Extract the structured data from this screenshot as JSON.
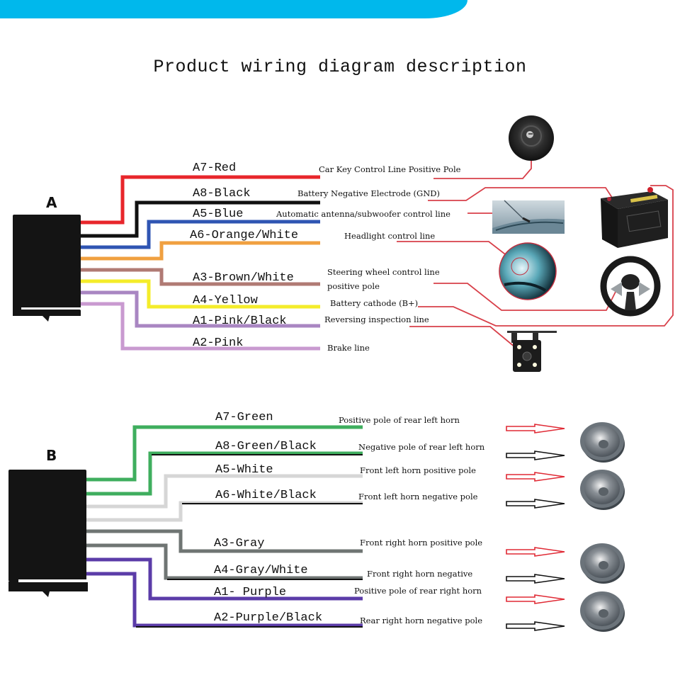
{
  "header": {
    "title": "Product wiring diagram description",
    "accent_color": "#00b8ec"
  },
  "harness_a": {
    "label": "A",
    "wires": [
      {
        "name": "A7-Red",
        "color": "#e8262b",
        "function": "Car Key Control Line Positive Pole",
        "device": "ignition-key-switch"
      },
      {
        "name": "A8-Black",
        "color": "#111111",
        "function": "Battery Negative Electrode (GND)",
        "device": "car-battery"
      },
      {
        "name": "A5-Blue",
        "color": "#2f55b3",
        "function": "Automatic antenna/subwoofer control line",
        "device": "car-antenna"
      },
      {
        "name": "A6-Orange/White",
        "color": "#f0a040",
        "function": "Headlight control line",
        "device": "headlight"
      },
      {
        "name": "A3-Brown/White",
        "color": "#b07a74",
        "function_line1": "Steering wheel control line",
        "function_line2": "positive pole",
        "device": "steering-wheel"
      },
      {
        "name": "A4-Yellow",
        "color": "#f4ec2a",
        "function": "Battery cathode (B+)",
        "device": "car-battery"
      },
      {
        "name": "A1-Pink/Black",
        "color": "#a986c2",
        "function": "Reversing inspection line",
        "device": "reversing-camera"
      },
      {
        "name": "A2-Pink",
        "color": "#c99ad0",
        "function": "Brake line"
      }
    ]
  },
  "harness_b": {
    "label": "B",
    "wires": [
      {
        "name": "A7-Green",
        "color": "#3fae5e",
        "function": "Positive pole of rear left horn",
        "polarity": "positive"
      },
      {
        "name": "A8-Green/Black",
        "color": "#3fae5e",
        "function": "Negative pole of rear left horn",
        "polarity": "negative"
      },
      {
        "name": "A5-White",
        "color": "#d6d6d6",
        "function": "Front left horn positive pole",
        "polarity": "positive"
      },
      {
        "name": "A6-White/Black",
        "color": "#d6d6d6",
        "function": "Front left horn negative pole",
        "polarity": "negative"
      },
      {
        "name": "A3-Gray",
        "color": "#6f7573",
        "function": "Front right horn positive pole",
        "polarity": "positive"
      },
      {
        "name": "A4-Gray/White",
        "color": "#6f7573",
        "function": "Front right horn negative",
        "polarity": "negative"
      },
      {
        "name": "A1- Purple",
        "color": "#5b3ca8",
        "function": "Positive pole of rear right horn",
        "polarity": "positive"
      },
      {
        "name": "A2-Purple/Black",
        "color": "#5b3ca8",
        "function": "Rear right horn negative pole",
        "polarity": "negative"
      }
    ],
    "speakers": [
      "rear-left",
      "front-left",
      "front-right",
      "rear-right"
    ]
  },
  "colors": {
    "leader_line": "#d8404a",
    "arrow_positive": "#e02a35",
    "arrow_negative": "#111111",
    "connector": "#141414"
  }
}
